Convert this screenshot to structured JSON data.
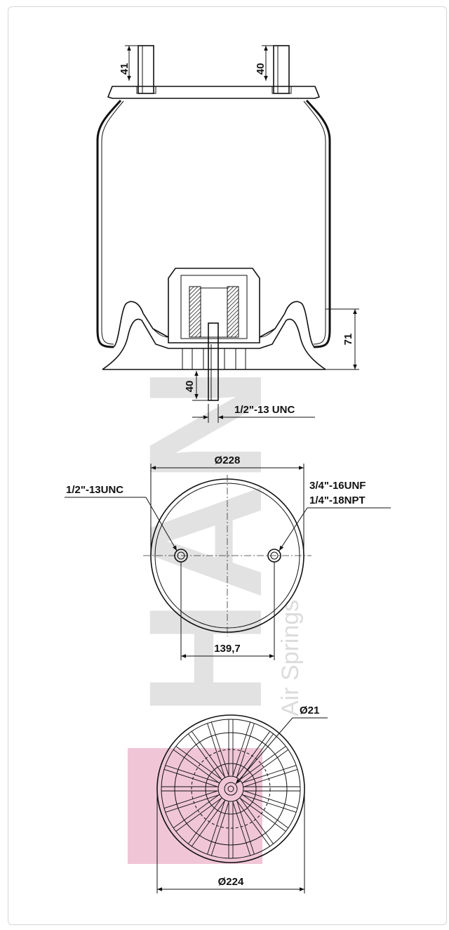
{
  "watermark": {
    "brand": "HAN",
    "tagline": "Air Springs",
    "accent_color": "#f0c6d6",
    "gray_color": "#e2e2e2"
  },
  "side_view": {
    "top_stud_left_height": "41",
    "top_stud_right_height": "40",
    "height_dimension": "71",
    "bottom_stud_length": "40",
    "bottom_stud_thread": "1/2\"-13 UNC"
  },
  "top_view": {
    "diameter": "Ø228",
    "left_hole_thread": "1/2\"-13UNC",
    "right_hole_thread_1": "3/4\"-16UNF",
    "right_hole_thread_2": "1/4\"-18NPT",
    "hole_spacing": "139,7"
  },
  "bottom_view": {
    "center_hole_diameter": "Ø21",
    "diameter": "Ø224"
  }
}
